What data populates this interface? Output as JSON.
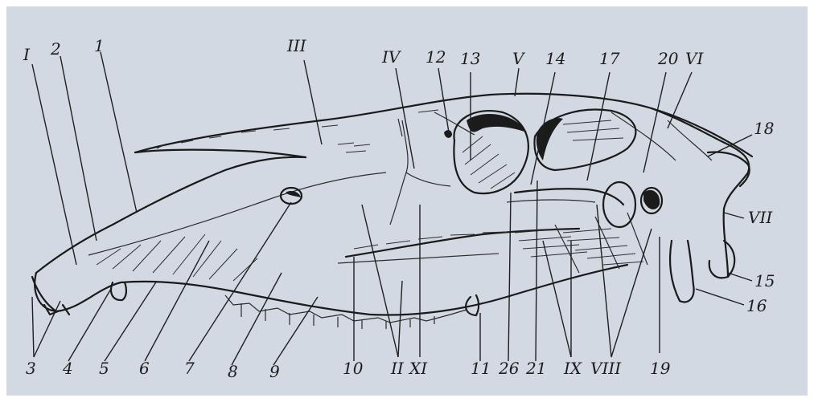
{
  "figure": {
    "labels": {
      "I": "I",
      "II": "II",
      "III": "III",
      "IV": "IV",
      "V": "V",
      "VI": "VI",
      "VII": "VII",
      "VIII": "VIII",
      "IX": "IX",
      "XI": "XI",
      "n1": "1",
      "n2": "2",
      "n3": "3",
      "n4": "4",
      "n5": "5",
      "n6": "6",
      "n7": "7",
      "n8": "8",
      "n9": "9",
      "n10": "10",
      "n11": "11",
      "n12": "12",
      "n13": "13",
      "n14": "14",
      "n15": "15",
      "n16": "16",
      "n17": "17",
      "n18": "18",
      "n19": "19",
      "n20": "20",
      "n21": "21",
      "n26": "26"
    },
    "colors": {
      "paper": "#d3d9e2",
      "ink": "#1a1a1a"
    }
  }
}
